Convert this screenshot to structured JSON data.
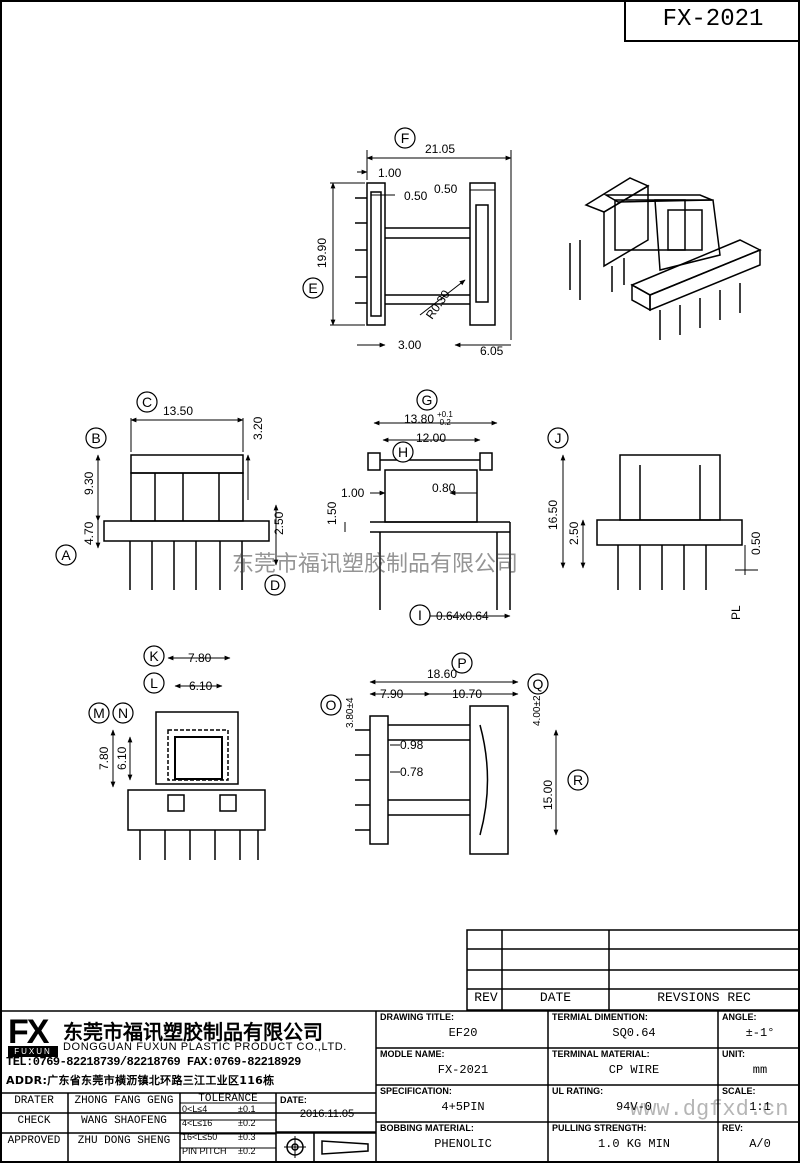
{
  "code": "FX-2021",
  "watermark": "东莞市福讯塑胶制品有限公司",
  "watermark_url": "www.dgfxd.cn",
  "dims": {
    "top_width": "21.05",
    "left_a": "1.00",
    "left_b": "0.50",
    "right_a": "0.50",
    "height": "19.90",
    "radius": "R0.30",
    "bottom_a": "3.00",
    "bottom_b": "6.05",
    "front_width": "13.50",
    "front_top": "3.20",
    "front_h1": "9.30",
    "front_h2": "4.70",
    "front_right": "2.50",
    "side_width_g": "13.80",
    "side_tol_plus": "+0.1",
    "side_tol_minus": "-0.2",
    "side_width_h": "12.00",
    "side_a": "1.00",
    "side_b": "0.80",
    "side_c": "1.50",
    "pin_size": "0.64x0.64",
    "rear_h": "16.50",
    "rear_b": "2.50",
    "rear_r": "0.50",
    "rear_pl": "PL",
    "bot_k": "7.80",
    "bot_l": "6.10",
    "bot_v1": "7.80",
    "bot_v2": "6.10",
    "top2_w": "18.60",
    "top2_a": "7.90",
    "top2_b": "10.70",
    "top2_o": "3.80±4",
    "top2_q": "4.00±2",
    "top2_c": "0.98",
    "top2_d": "0.78",
    "top2_r": "15.00"
  },
  "letters": [
    "F",
    "E",
    "C",
    "B",
    "A",
    "D",
    "G",
    "H",
    "I",
    "J",
    "K",
    "L",
    "M",
    "N",
    "O",
    "P",
    "Q",
    "R"
  ],
  "revision": {
    "rev": "REV",
    "date": "DATE",
    "rec": "REVSIONS REC"
  },
  "company": {
    "logo": "FX",
    "logo_sub": "FUXUN",
    "name_cn": "东莞市福讯塑胶制品有限公司",
    "name_en": "DONGGUAN FUXUN PLASTIC PRODUCT CO.,LTD.",
    "tel": "TEL:0769-82218739/82218769  FAX:0769-82218929",
    "addr": "ADDR:广东省东莞市横沥镇北环路三江工业区116栋"
  },
  "people": [
    {
      "role": "DRATER",
      "name": "ZHONG FANG GENG"
    },
    {
      "role": "CHECK",
      "name": "WANG SHAOFENG"
    },
    {
      "role": "APPROVED",
      "name": "ZHU DONG SHENG"
    }
  ],
  "tolerance": {
    "title": "TOLERANCE",
    "rows": [
      {
        "range": "0<L≤4",
        "tol": "±0.1"
      },
      {
        "range": "4<L≤16",
        "tol": "±0.2"
      },
      {
        "range": "16<L≤50",
        "tol": "±0.3"
      },
      {
        "range": "PIN PITCH",
        "tol": "±0.2"
      }
    ]
  },
  "date_label": "DATE:",
  "date_value": "2016.11.05",
  "fields": [
    {
      "label": "DRAWING TITLE:",
      "value": "EF20"
    },
    {
      "label": "MODLE NAME:",
      "value": "FX-2021"
    },
    {
      "label": "SPECIFICATION:",
      "value": "4+5PIN"
    },
    {
      "label": "BOBBING MATERIAL:",
      "value": "PHENOLIC"
    },
    {
      "label": "TERMIAL DIMENTION:",
      "value": "SQ0.64"
    },
    {
      "label": "TERMINAL MATERIAL:",
      "value": "CP WIRE"
    },
    {
      "label": "UL RATING:",
      "value": "94V-0"
    },
    {
      "label": "PULLING STRENGTH:",
      "value": "1.0 KG MIN"
    },
    {
      "label": "ANGLE:",
      "value": "±-1°"
    },
    {
      "label": "UNIT:",
      "value": "mm"
    },
    {
      "label": "SCALE:",
      "value": "1:1"
    },
    {
      "label": "REV:",
      "value": "A/0"
    }
  ]
}
